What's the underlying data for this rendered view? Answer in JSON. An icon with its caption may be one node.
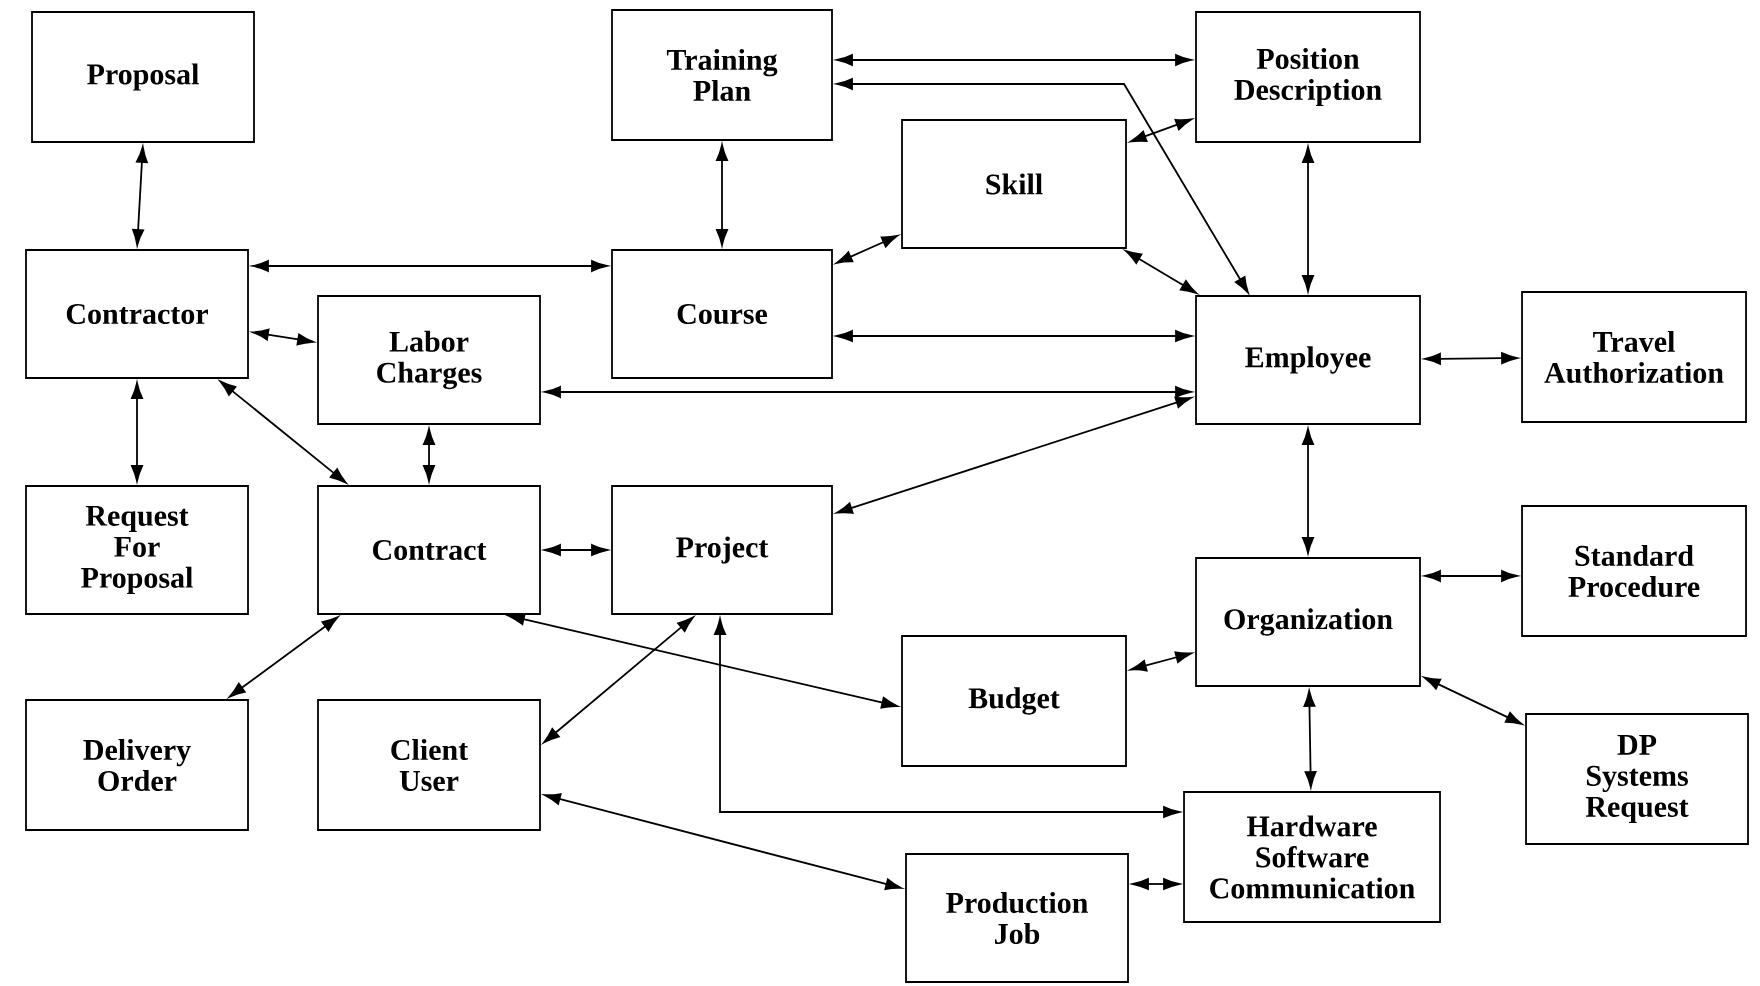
{
  "diagram": {
    "nodes": [
      {
        "text": [
          "Proposal"
        ]
      },
      {
        "text": [
          "Training Plan"
        ]
      },
      {
        "text": [
          "Position Description"
        ]
      },
      {
        "text": [
          "Skill"
        ]
      },
      {
        "text": [
          "Contractor"
        ]
      },
      {
        "text": [
          "Labor Charges"
        ]
      },
      {
        "text": [
          "Course"
        ]
      },
      {
        "text": [
          "Employee"
        ]
      },
      {
        "text": [
          "Travel Authorization"
        ]
      },
      {
        "text": [
          "Request For Proposal"
        ]
      },
      {
        "text": [
          "Contract"
        ]
      },
      {
        "text": [
          "Project"
        ]
      },
      {
        "text": [
          "Organization"
        ]
      },
      {
        "text": [
          "Standard Procedure"
        ]
      },
      {
        "text": [
          "Budget"
        ]
      },
      {
        "text": [
          "DP Systems Request"
        ]
      },
      {
        "text": [
          "Delivery Order"
        ]
      },
      {
        "text": [
          "Client User"
        ]
      },
      {
        "text": [
          "Hardware Software Communication"
        ]
      },
      {
        "text": [
          "Production Job"
        ]
      }
    ],
    "edges": [
      {
        "from": 0,
        "to": 4,
        "arrow": "both"
      },
      {
        "from": 1,
        "to": 6,
        "arrow": "both"
      },
      {
        "from": 1,
        "to": 2,
        "arrow": "both"
      },
      {
        "from": 1,
        "to": 7,
        "arrow": "both"
      },
      {
        "from": 3,
        "to": 2,
        "arrow": "both"
      },
      {
        "from": 6,
        "to": 3,
        "arrow": "both"
      },
      {
        "from": 3,
        "to": 7,
        "arrow": "both"
      },
      {
        "from": 2,
        "to": 7,
        "arrow": "both"
      },
      {
        "from": 4,
        "to": 6,
        "arrow": "both"
      },
      {
        "from": 4,
        "to": 5,
        "arrow": "both"
      },
      {
        "from": 6,
        "to": 7,
        "arrow": "both"
      },
      {
        "from": 5,
        "to": 7,
        "arrow": "both"
      },
      {
        "from": 7,
        "to": 8,
        "arrow": "both"
      },
      {
        "from": 4,
        "to": 9,
        "arrow": "both"
      },
      {
        "from": 5,
        "to": 10,
        "arrow": "both"
      },
      {
        "from": 4,
        "to": 10,
        "arrow": "both"
      },
      {
        "from": 10,
        "to": 11,
        "arrow": "both"
      },
      {
        "from": 11,
        "to": 7,
        "arrow": "both"
      },
      {
        "from": 7,
        "to": 12,
        "arrow": "both"
      },
      {
        "from": 12,
        "to": 13,
        "arrow": "both"
      },
      {
        "from": 10,
        "to": 14,
        "arrow": "both"
      },
      {
        "from": 14,
        "to": 12,
        "arrow": "both"
      },
      {
        "from": 12,
        "to": 15,
        "arrow": "both"
      },
      {
        "from": 10,
        "to": 16,
        "arrow": "both"
      },
      {
        "from": 11,
        "to": 17,
        "arrow": "both"
      },
      {
        "from": 11,
        "to": 18,
        "arrow": "both"
      },
      {
        "from": 12,
        "to": 18,
        "arrow": "both"
      },
      {
        "from": 17,
        "to": 19,
        "arrow": "both"
      },
      {
        "from": 19,
        "to": 18,
        "arrow": "both"
      }
    ]
  }
}
